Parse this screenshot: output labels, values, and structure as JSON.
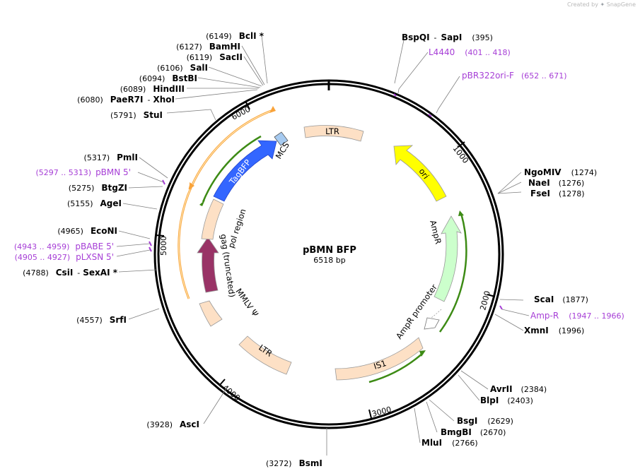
{
  "credit": {
    "prefix": "Created by",
    "brand": "SnapGene"
  },
  "plasmid": {
    "name": "pBMN BFP",
    "length_label": "6518 bp",
    "total_bp": 6518
  },
  "ticks": [
    "1000",
    "2000",
    "3000",
    "4000",
    "5000",
    "6000"
  ],
  "sites_right": [
    {
      "name": "BspQI",
      "sep": "-",
      "name2": "SapI",
      "pos": "(395)",
      "bp": 395
    },
    {
      "name": "NgoMIV",
      "pos": "(1274)",
      "bp": 1274
    },
    {
      "name": "NaeI",
      "pos": "(1276)",
      "bp": 1276
    },
    {
      "name": "FseI",
      "pos": "(1278)",
      "bp": 1278
    },
    {
      "name": "ScaI",
      "pos": "(1877)",
      "bp": 1877
    },
    {
      "name": "XmnI",
      "pos": "(1996)",
      "bp": 1996
    },
    {
      "name": "AvrII",
      "pos": "(2384)",
      "bp": 2384
    },
    {
      "name": "BlpI",
      "pos": "(2403)",
      "bp": 2403
    },
    {
      "name": "BsgI",
      "pos": "(2629)",
      "bp": 2629
    },
    {
      "name": "BmgBI",
      "pos": "(2670)",
      "bp": 2670
    },
    {
      "name": "MluI",
      "pos": "(2766)",
      "bp": 2766
    },
    {
      "name": "BsmI",
      "pos": "(3272)",
      "bp": 3272
    }
  ],
  "sites_left": [
    {
      "name": "BclI *",
      "pos": "(6149)",
      "bp": 6149
    },
    {
      "name": "BamHI",
      "pos": "(6127)",
      "bp": 6127
    },
    {
      "name": "SacII",
      "pos": "(6119)",
      "bp": 6119
    },
    {
      "name": "SalI",
      "pos": "(6106)",
      "bp": 6106
    },
    {
      "name": "BstBI",
      "pos": "(6094)",
      "bp": 6094
    },
    {
      "name": "HindIII",
      "pos": "(6089)",
      "bp": 6089
    },
    {
      "name": "PaeR7I",
      "sep": "-",
      "name2": "XhoI",
      "pos": "(6080)",
      "bp": 6080
    },
    {
      "name": "StuI",
      "pos": "(5791)",
      "bp": 5791
    },
    {
      "name": "PmlI",
      "pos": "(5317)",
      "bp": 5317
    },
    {
      "name": "BtgZI",
      "pos": "(5275)",
      "bp": 5275
    },
    {
      "name": "AgeI",
      "pos": "(5155)",
      "bp": 5155
    },
    {
      "name": "EcoNI",
      "pos": "(4965)",
      "bp": 4965
    },
    {
      "name": "CsiI",
      "sep": "-",
      "name2": "SexAI *",
      "pos": "(4788)",
      "bp": 4788
    },
    {
      "name": "SrfI",
      "pos": "(4557)",
      "bp": 4557
    },
    {
      "name": "AscI",
      "pos": "(3928)",
      "bp": 3928
    }
  ],
  "primers": [
    {
      "name": "L4440",
      "range": "(401 .. 418)",
      "bp": 410
    },
    {
      "name": "pBR322ori-F",
      "range": "(652 .. 671)",
      "bp": 662
    },
    {
      "name": "Amp-R",
      "range": "(1947 .. 1966)",
      "bp": 1957
    },
    {
      "name": "pBMN 5'",
      "range": "(5297 .. 5313)",
      "bp": 5305
    },
    {
      "name": "pBABE 5'",
      "range": "(4943 .. 4959)",
      "bp": 4951
    },
    {
      "name": "pLXSN 5'",
      "range": "(4905 .. 4927)",
      "bp": 4916
    }
  ],
  "features": [
    {
      "label": "LTR",
      "kind": "box",
      "color": "#fde0c5"
    },
    {
      "label": "ori",
      "kind": "arrow",
      "color": "#ffff00"
    },
    {
      "label": "AmpR",
      "kind": "arrow",
      "color": "#ccffcc"
    },
    {
      "label": "AmpR promoter",
      "kind": "arrow",
      "color": "#ffffff"
    },
    {
      "label": "IS1",
      "kind": "box",
      "color": "#fde0c5"
    },
    {
      "label": "LTR",
      "kind": "box",
      "color": "#fde0c5"
    },
    {
      "label": "MMLV Ψ",
      "kind": "box",
      "color": "#fde0c5"
    },
    {
      "label": "gag (truncated)",
      "kind": "arrow",
      "color": "#993366"
    },
    {
      "label": "pol region",
      "kind": "box",
      "color": "#fde0c5"
    },
    {
      "label": "TagBFP",
      "kind": "arrow",
      "color": "#3366ff"
    },
    {
      "label": "MCS",
      "kind": "box",
      "color": "#a6caf0"
    }
  ],
  "colors": {
    "backbone": "#000000",
    "primer": "#a63ed6",
    "orf": "#f9a33a",
    "translated": "#3d8b15"
  }
}
